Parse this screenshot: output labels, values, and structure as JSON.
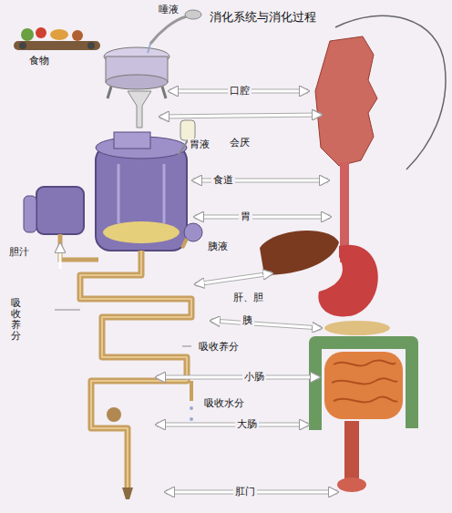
{
  "diagram": {
    "title": "消化系统与消化过程",
    "labels": [
      "食物",
      "唾液",
      "口腔",
      "会厌",
      "胃液",
      "食道",
      "胃",
      "胆汁",
      "胰液",
      "肝、胆",
      "胰",
      "吸收养分",
      "吸收养分",
      "小肠",
      "吸收水分",
      "大肠",
      "肛门"
    ]
  }
}
